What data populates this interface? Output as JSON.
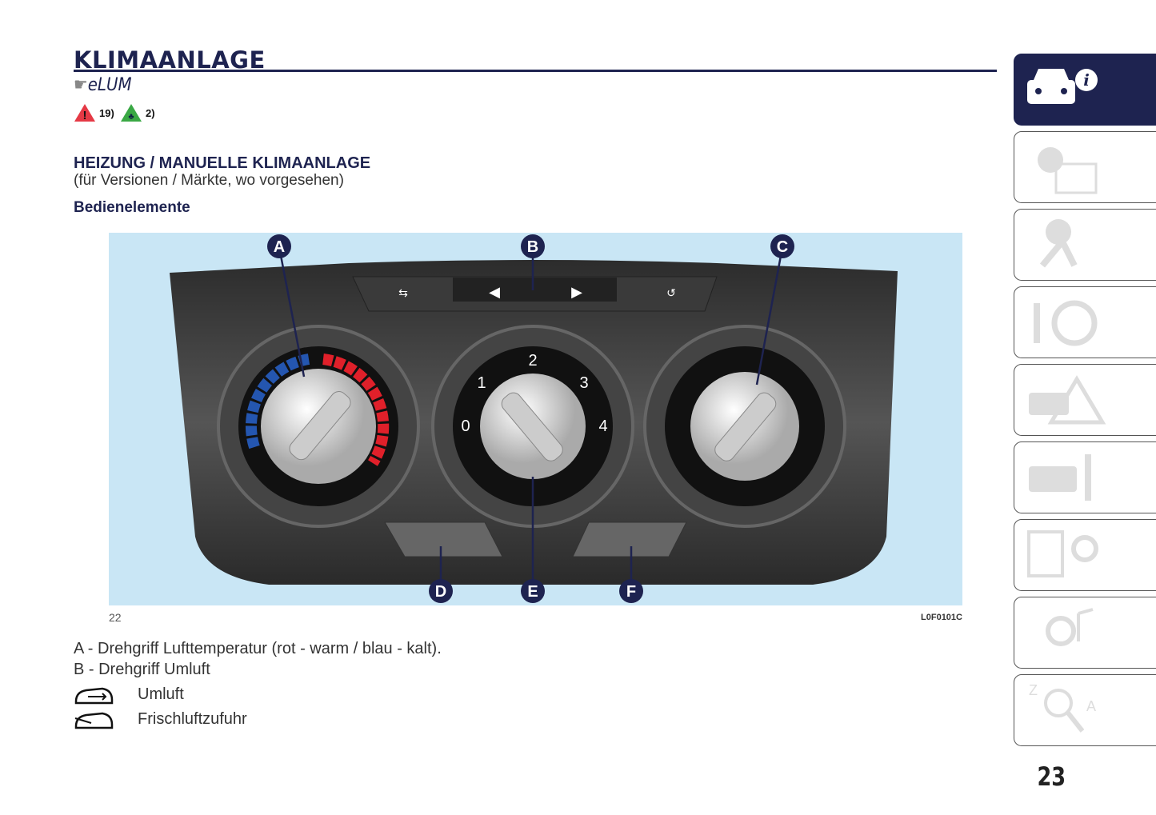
{
  "title": "KLIMAANLAGE",
  "elum": "eLUM",
  "warnings": [
    {
      "icon": "warning-triangle-red",
      "ref": "19)"
    },
    {
      "icon": "environment-triangle-green",
      "ref": "2)"
    }
  ],
  "section": {
    "heading": "HEIZUNG / MANUELLE KLIMAANLAGE",
    "subtitle": "(für Versionen / Märkte, wo vorgesehen)",
    "subheading": "Bedienelemente"
  },
  "figure": {
    "callouts": [
      "A",
      "B",
      "C",
      "D",
      "E",
      "F"
    ],
    "fan_speeds": [
      "0",
      "1",
      "2",
      "3",
      "4"
    ],
    "figure_number": "22",
    "figure_code": "L0F0101C"
  },
  "descriptions": [
    "A - Drehgriff Lufttemperatur (rot - warm / blau - kalt).",
    "B - Drehgriff Umluft"
  ],
  "legend": [
    {
      "icon": "recirculation-icon",
      "label": "Umluft"
    },
    {
      "icon": "fresh-air-icon",
      "label": "Frischluftzufuhr"
    }
  ],
  "sidebar": {
    "tabs": [
      "car-info",
      "lights-messages",
      "safety",
      "starting-driving",
      "emergency",
      "maintenance",
      "technical-data",
      "multimedia",
      "index"
    ],
    "active": 0
  },
  "page_number": "23"
}
